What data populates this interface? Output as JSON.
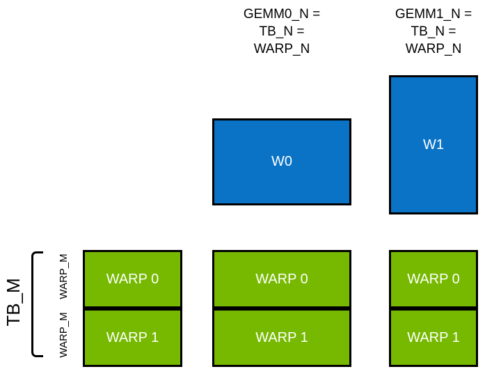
{
  "colors": {
    "blue": "#0a73c5",
    "green": "#76b900",
    "border": "#000000",
    "label_text": "#000000",
    "box_text": "#ffffff"
  },
  "annotations": {
    "gemm0_label": "GEMM0_N =\nTB_N =\nWARP_N",
    "gemm1_label": "GEMM1_N =\nTB_N =\nWARP_N",
    "tb_m_label": "TB_M",
    "warp_m_top_label": "WARP_M",
    "warp_m_bottom_label": "WARP_M"
  },
  "blue_boxes": [
    {
      "id": "W0",
      "label": "W0"
    },
    {
      "id": "W1",
      "label": "W1"
    }
  ],
  "warp_columns": [
    {
      "id": "threadblock-left",
      "warps": [
        {
          "label": "WARP 0"
        },
        {
          "label": "WARP 1"
        }
      ]
    },
    {
      "id": "gemm0-column",
      "warps": [
        {
          "label": "WARP 0"
        },
        {
          "label": "WARP 1"
        }
      ]
    },
    {
      "id": "gemm1-column",
      "warps": [
        {
          "label": "WARP 0"
        },
        {
          "label": "WARP 1"
        }
      ]
    }
  ]
}
